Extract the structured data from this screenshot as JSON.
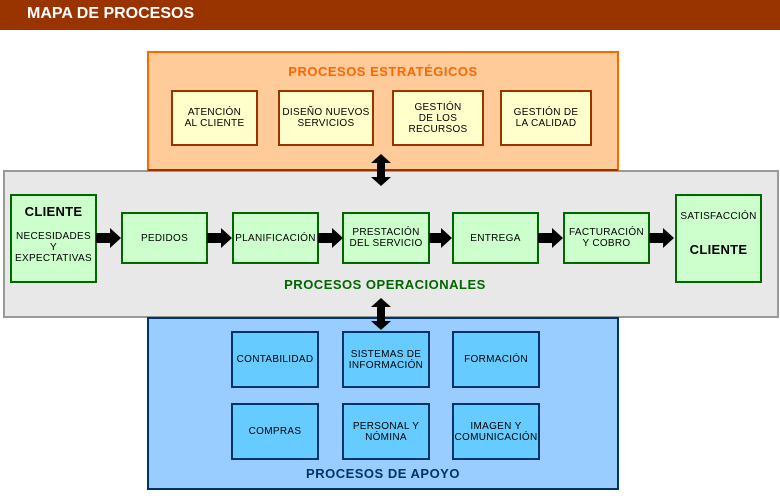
{
  "header": {
    "title": "MAPA DE PROCESOS"
  },
  "colors": {
    "header_bg": "#993300",
    "strategic_bg": "#FFCC99",
    "strategic_border": "#FF6600",
    "strategic_box_bg": "#FFFFCC",
    "operational_bg": "#E8E8E8",
    "operational_box_bg": "#CCFFCC",
    "operational_title": "#006600",
    "support_bg": "#99CCFF",
    "support_box_bg": "#66CCFF",
    "support_title": "#003366"
  },
  "strategic": {
    "title": "PROCESOS ESTRATÉGICOS",
    "boxes": [
      {
        "lines": [
          "ATENCIÓN",
          "AL CLIENTE"
        ]
      },
      {
        "lines": [
          "DISEÑO NUEVOS",
          "SERVICIOS"
        ]
      },
      {
        "lines": [
          "GESTIÓN",
          "DE LOS",
          "RECURSOS"
        ]
      },
      {
        "lines": [
          "GESTIÓN DE",
          "LA CALIDAD"
        ]
      }
    ]
  },
  "operational": {
    "title": "PROCESOS OPERACIONALES",
    "input_client": {
      "title": "CLIENTE",
      "lines": [
        "NECESIDADES",
        "Y",
        "EXPECTATIVAS"
      ]
    },
    "steps": [
      {
        "lines": [
          "PEDIDOS"
        ]
      },
      {
        "lines": [
          "PLANIFICACIÓN"
        ]
      },
      {
        "lines": [
          "PRESTACIÓN",
          "DEL SERVICIO"
        ]
      },
      {
        "lines": [
          "ENTREGA"
        ]
      },
      {
        "lines": [
          "FACTURACIÓN",
          "Y COBRO"
        ]
      }
    ],
    "output_client": {
      "subtitle": "SATISFACCIÓN",
      "title": "CLIENTE"
    }
  },
  "support": {
    "title": "PROCESOS DE APOYO",
    "boxes": [
      {
        "lines": [
          "CONTABILIDAD"
        ]
      },
      {
        "lines": [
          "SISTEMAS DE",
          "INFORMACIÓN"
        ]
      },
      {
        "lines": [
          "FORMACIÓN"
        ]
      },
      {
        "lines": [
          "COMPRAS"
        ]
      },
      {
        "lines": [
          "PERSONAL Y",
          "NÓMINA"
        ]
      },
      {
        "lines": [
          "IMAGEN Y",
          "COMUNICACIÓN"
        ]
      }
    ]
  }
}
